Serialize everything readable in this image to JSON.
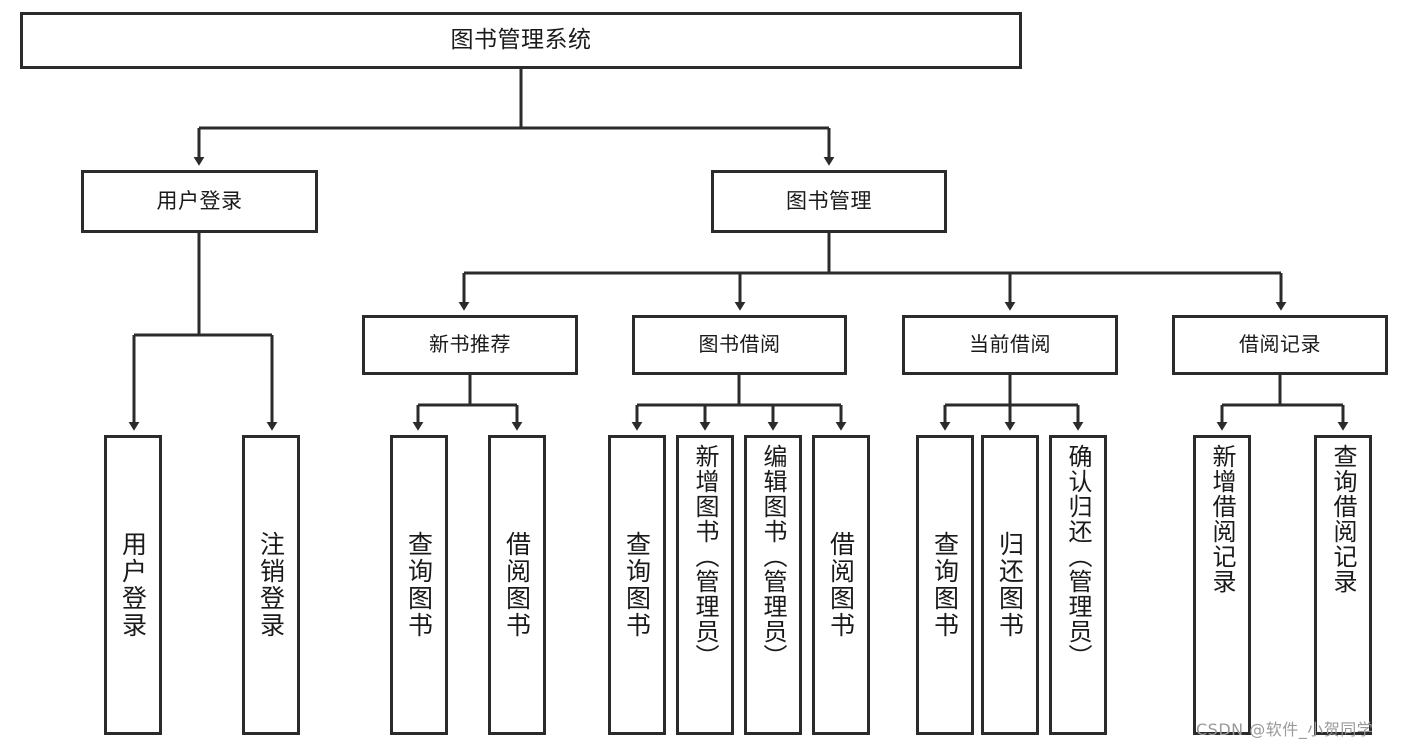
{
  "diagram": {
    "title_box": "图书管理系统",
    "watermark": "CSDN @软件_小贺同学",
    "colors": {
      "box_border": "#2b2b2b",
      "box_fill": "#ffffff",
      "connector": "#2b2b2b",
      "text": "#1a1a1a",
      "watermark": "#9a9a9a"
    },
    "level2": [
      {
        "label": "用户登录"
      },
      {
        "label": "图书管理"
      }
    ],
    "level3": [
      {
        "label": "新书推荐"
      },
      {
        "label": "图书借阅"
      },
      {
        "label": "当前借阅"
      },
      {
        "label": "借阅记录"
      }
    ],
    "leaves": [
      {
        "label": "用户登录",
        "parent": "用户登录"
      },
      {
        "label": "注销登录",
        "parent": "用户登录"
      },
      {
        "label": "查询图书",
        "parent": "新书推荐"
      },
      {
        "label": "借阅图书",
        "parent": "新书推荐"
      },
      {
        "label": "查询图书",
        "parent": "图书借阅"
      },
      {
        "label": "新增图书（管理员）",
        "parent": "图书借阅"
      },
      {
        "label": "编辑图书（管理员）",
        "parent": "图书借阅"
      },
      {
        "label": "借阅图书",
        "parent": "图书借阅"
      },
      {
        "label": "查询图书",
        "parent": "当前借阅"
      },
      {
        "label": "归还图书",
        "parent": "当前借阅"
      },
      {
        "label": "确认归还（管理员）",
        "parent": "当前借阅"
      },
      {
        "label": "新增借阅记录",
        "parent": "借阅记录"
      },
      {
        "label": "查询借阅记录",
        "parent": "借阅记录"
      }
    ]
  },
  "chart_data": {
    "type": "table",
    "title": "图书管理系统",
    "structure": "tree",
    "nodes": [
      {
        "id": "root",
        "label": "图书管理系统",
        "level": 0,
        "parent": null
      },
      {
        "id": "n1",
        "label": "用户登录",
        "level": 1,
        "parent": "root"
      },
      {
        "id": "n2",
        "label": "图书管理",
        "level": 1,
        "parent": "root"
      },
      {
        "id": "n1a",
        "label": "用户登录",
        "level": 2,
        "parent": "n1"
      },
      {
        "id": "n1b",
        "label": "注销登录",
        "level": 2,
        "parent": "n1"
      },
      {
        "id": "n2a",
        "label": "新书推荐",
        "level": 2,
        "parent": "n2"
      },
      {
        "id": "n2b",
        "label": "图书借阅",
        "level": 2,
        "parent": "n2"
      },
      {
        "id": "n2c",
        "label": "当前借阅",
        "level": 2,
        "parent": "n2"
      },
      {
        "id": "n2d",
        "label": "借阅记录",
        "level": 2,
        "parent": "n2"
      },
      {
        "id": "n2a1",
        "label": "查询图书",
        "level": 3,
        "parent": "n2a"
      },
      {
        "id": "n2a2",
        "label": "借阅图书",
        "level": 3,
        "parent": "n2a"
      },
      {
        "id": "n2b1",
        "label": "查询图书",
        "level": 3,
        "parent": "n2b"
      },
      {
        "id": "n2b2",
        "label": "新增图书（管理员）",
        "level": 3,
        "parent": "n2b"
      },
      {
        "id": "n2b3",
        "label": "编辑图书（管理员）",
        "level": 3,
        "parent": "n2b"
      },
      {
        "id": "n2b4",
        "label": "借阅图书",
        "level": 3,
        "parent": "n2b"
      },
      {
        "id": "n2c1",
        "label": "查询图书",
        "level": 3,
        "parent": "n2c"
      },
      {
        "id": "n2c2",
        "label": "归还图书",
        "level": 3,
        "parent": "n2c"
      },
      {
        "id": "n2c3",
        "label": "确认归还（管理员）",
        "level": 3,
        "parent": "n2c"
      },
      {
        "id": "n2d1",
        "label": "新增借阅记录",
        "level": 3,
        "parent": "n2d"
      },
      {
        "id": "n2d2",
        "label": "查询借阅记录",
        "level": 3,
        "parent": "n2d"
      }
    ]
  }
}
